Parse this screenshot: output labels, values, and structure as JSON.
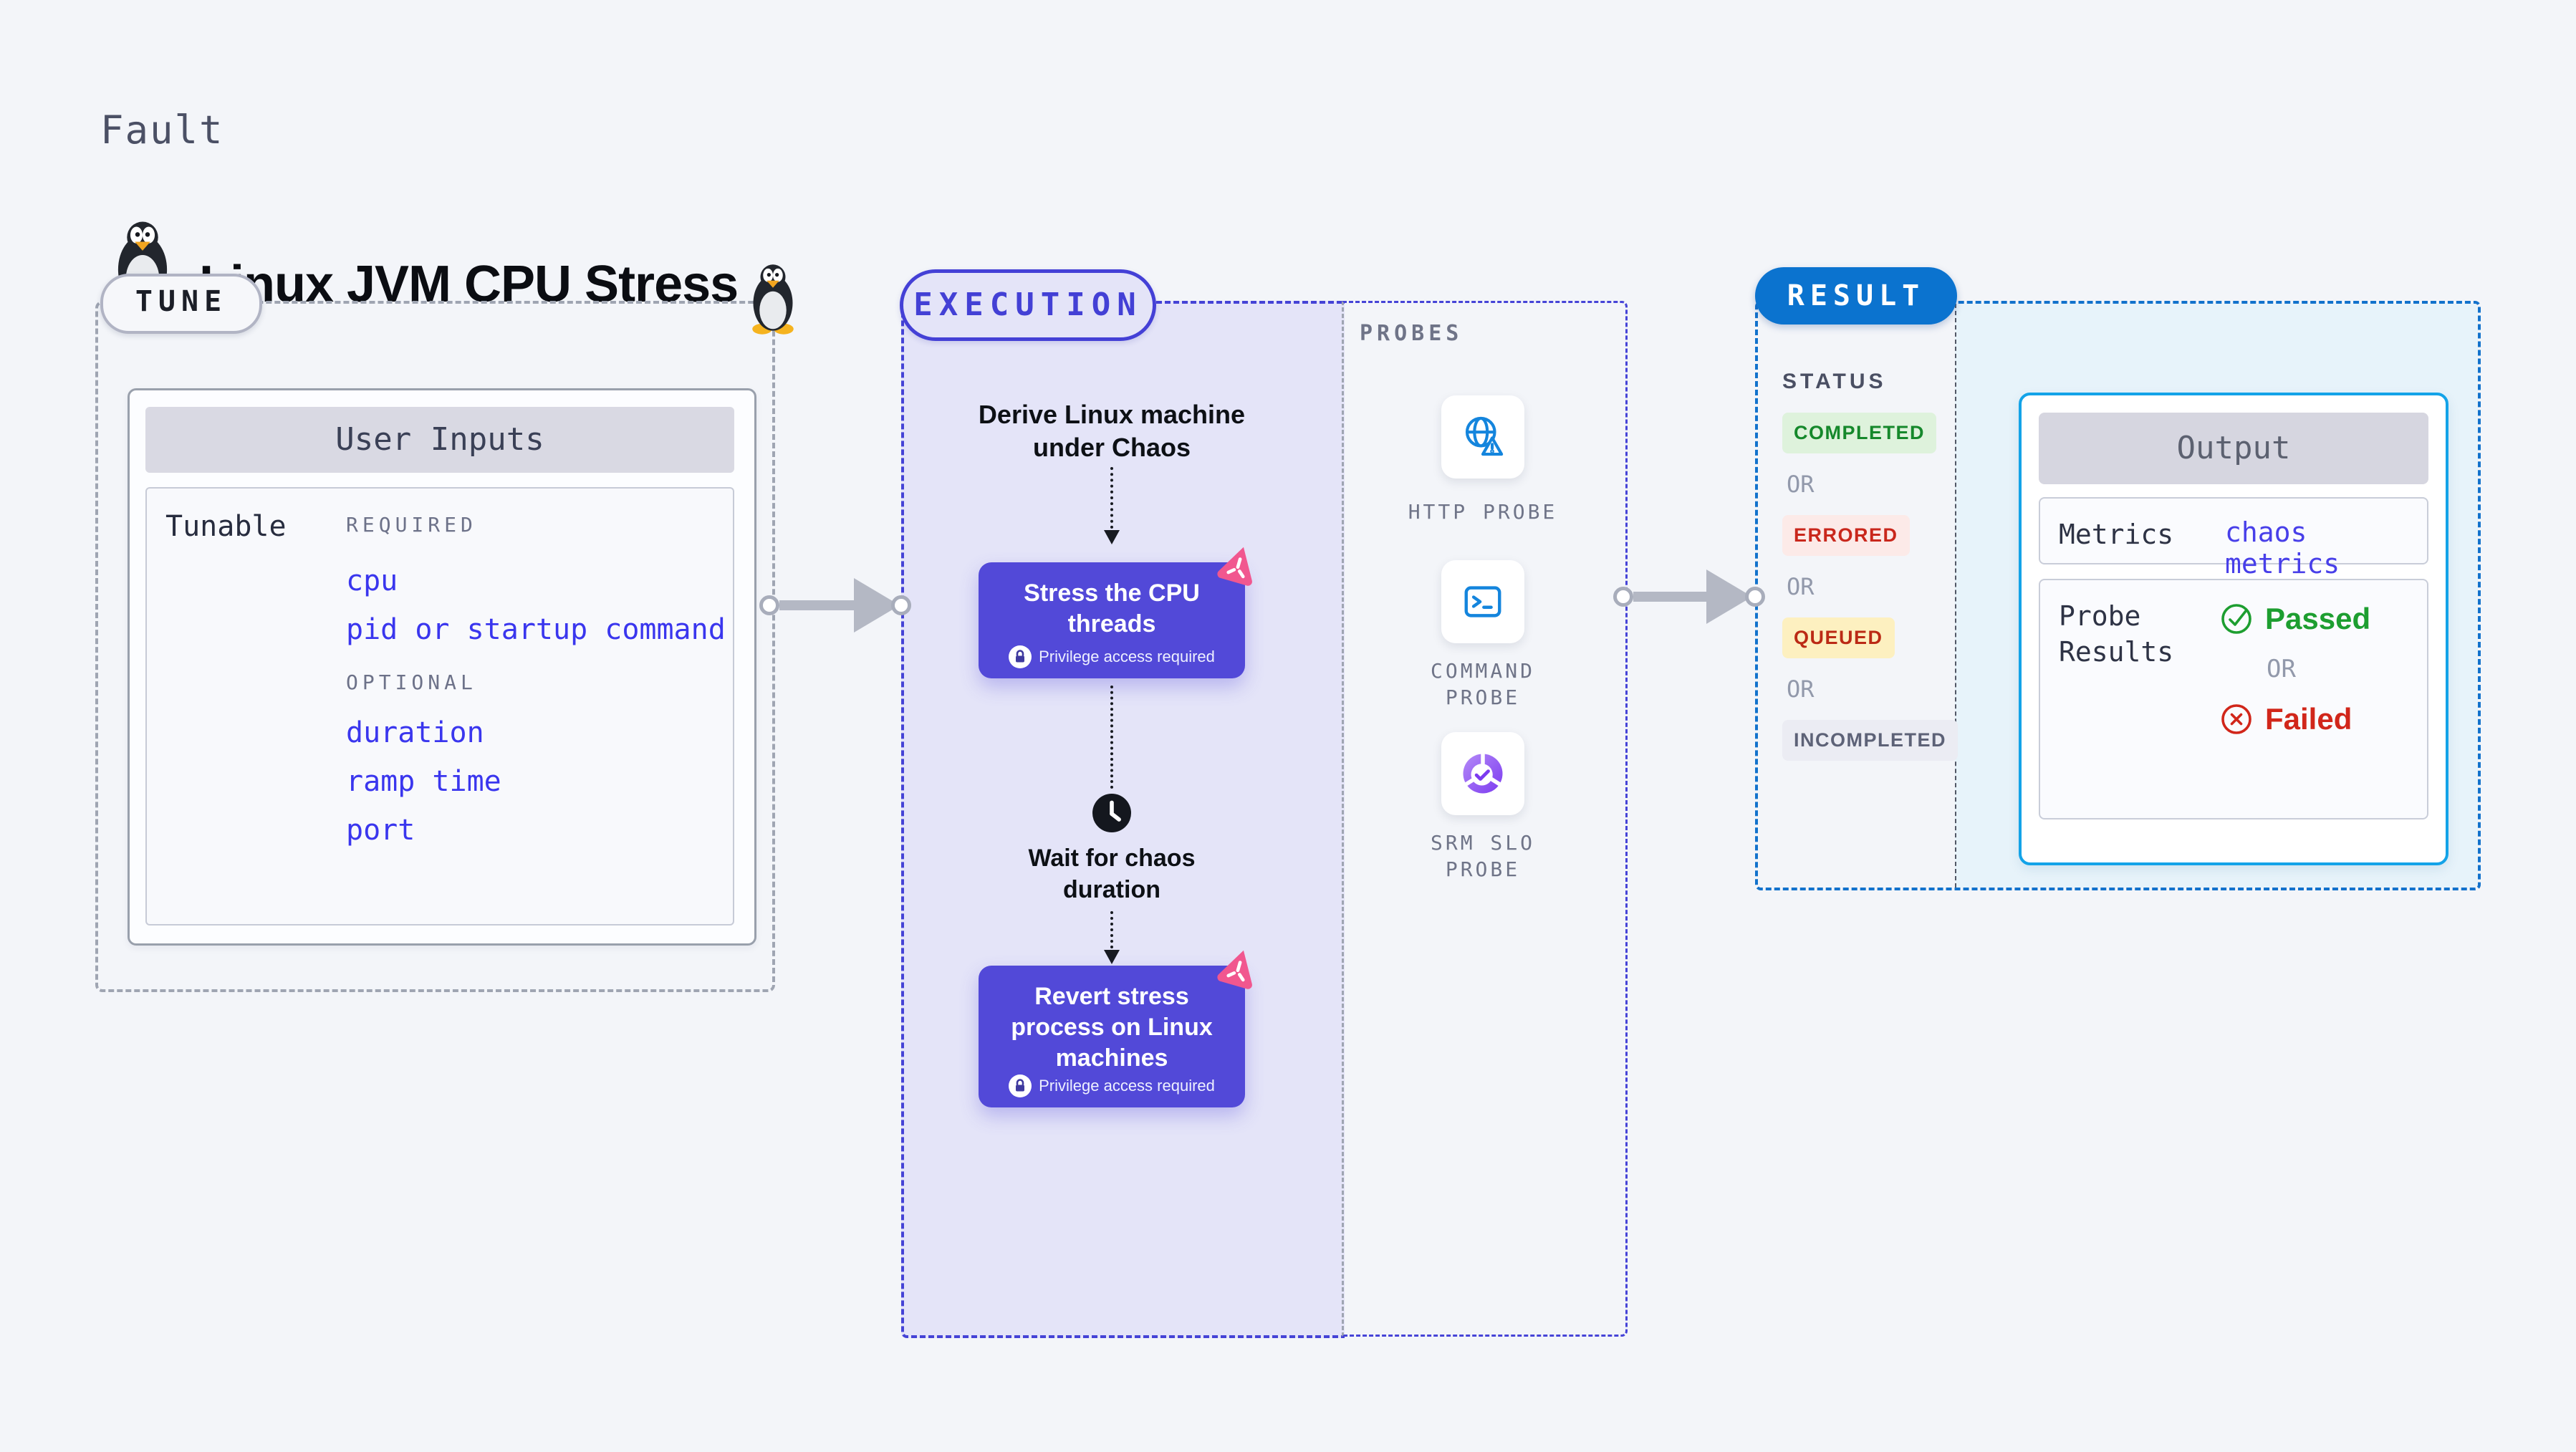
{
  "colors": {
    "background": "#f3f5f9",
    "accent_purple": "#5249d8",
    "accent_indigo_border": "#4440d6",
    "accent_pink": "#f1578f",
    "accent_blue_result": "#0b73cf",
    "accent_cyan_output": "#13a3e8",
    "link_blue": "#3a36ee",
    "success_green": "#15882b",
    "error_red": "#c9271c",
    "queued_yellow_bg": "#fdf0c0",
    "lavender_bg": "#e4e4f8",
    "ice_bg": "#e7f3fa"
  },
  "header": {
    "kicker": "Fault",
    "title": "Linux JVM CPU Stress"
  },
  "tune": {
    "label": "TUNE",
    "user_inputs": {
      "title": "User Inputs",
      "row_label": "Tunable",
      "required_label": "REQUIRED",
      "required_items": [
        "cpu",
        "pid or startup command"
      ],
      "optional_label": "OPTIONAL",
      "optional_items": [
        "duration",
        "ramp time",
        "port"
      ]
    }
  },
  "execution": {
    "label": "EXECUTION",
    "step_derive": "Derive Linux machine under Chaos",
    "step_stress": "Stress the CPU threads",
    "step_wait": "Wait for chaos duration",
    "step_revert": "Revert stress process on Linux machines",
    "privilege_note": "Privilege access required"
  },
  "probes": {
    "label": "PROBES",
    "items": [
      {
        "name": "HTTP PROBE",
        "icon": "globe-alert-icon"
      },
      {
        "name": "COMMAND PROBE",
        "icon": "terminal-icon"
      },
      {
        "name": "SRM SLO PROBE",
        "icon": "donut-check-icon"
      }
    ]
  },
  "result": {
    "label": "RESULT",
    "status_label": "STATUS",
    "or_label": "OR",
    "statuses": [
      {
        "label": "COMPLETED",
        "kind": "success"
      },
      {
        "label": "ERRORED",
        "kind": "error"
      },
      {
        "label": "QUEUED",
        "kind": "queued"
      },
      {
        "label": "INCOMPLETED",
        "kind": "muted"
      }
    ],
    "output": {
      "title": "Output",
      "metrics_label": "Metrics",
      "metrics_value": "chaos metrics",
      "probe_results_label": "Probe Results",
      "passed_label": "Passed",
      "or_label": "OR",
      "failed_label": "Failed"
    }
  }
}
